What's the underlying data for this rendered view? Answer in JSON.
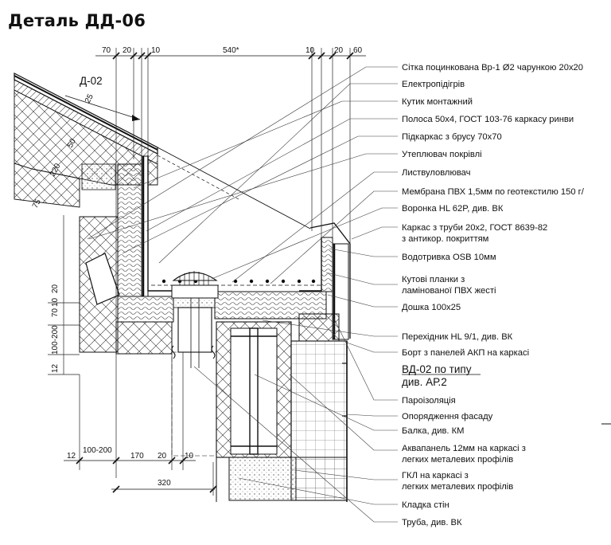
{
  "title": "Деталь ДД-06",
  "callout": "Д-02",
  "labels": [
    "Сітка поцинкована Вр-1 Ø2 чарункою 20х20",
    "Електропідігрів",
    "Кутик монтажний",
    "Полоса 50х4, ГОСТ 103-76 каркасу ринви",
    "Підкаркас з брусу 70х70",
    "Утеплювач покрівлі",
    "Листвуловлювач",
    "Мембрана ПВХ 1,5мм по геотекстилю 150 г/",
    "Воронка HL 62P, див. ВК",
    "Каркас з труби 20х2, ГОСТ 8639-82",
    "з антикор. покриттям",
    "Водотривка OSB 10мм",
    "Кутові планки з",
    "ламінованої ПВХ жесті",
    "Дошка 100х25",
    "Перехідник HL 9/1, див. ВК",
    "Борт з панелей АКП на каркасі",
    "ВД-02 по типу",
    "див. АР.2",
    "Пароізоляція",
    "Опорядження фасаду",
    "Балка, див. КМ",
    "Аквапанель 12мм на каркасі з",
    "легких металевих профілів",
    "ГКЛ на каркасі з",
    "легких металевих профілів",
    "Кладка стін",
    "Труба, див. ВК"
  ],
  "dims": {
    "top": [
      "70",
      "20",
      "10",
      "540*",
      "10",
      "20",
      "60"
    ],
    "bottom": [
      "12",
      "100-200",
      "170",
      "20",
      "10",
      "320"
    ],
    "left": [
      "20",
      "10",
      "70",
      "100-200",
      "12"
    ],
    "slope": [
      "25",
      "50",
      "220",
      "75"
    ]
  },
  "colors": {
    "line": "#111111",
    "leader": "#3a3a3a",
    "bg": "#ffffff"
  }
}
